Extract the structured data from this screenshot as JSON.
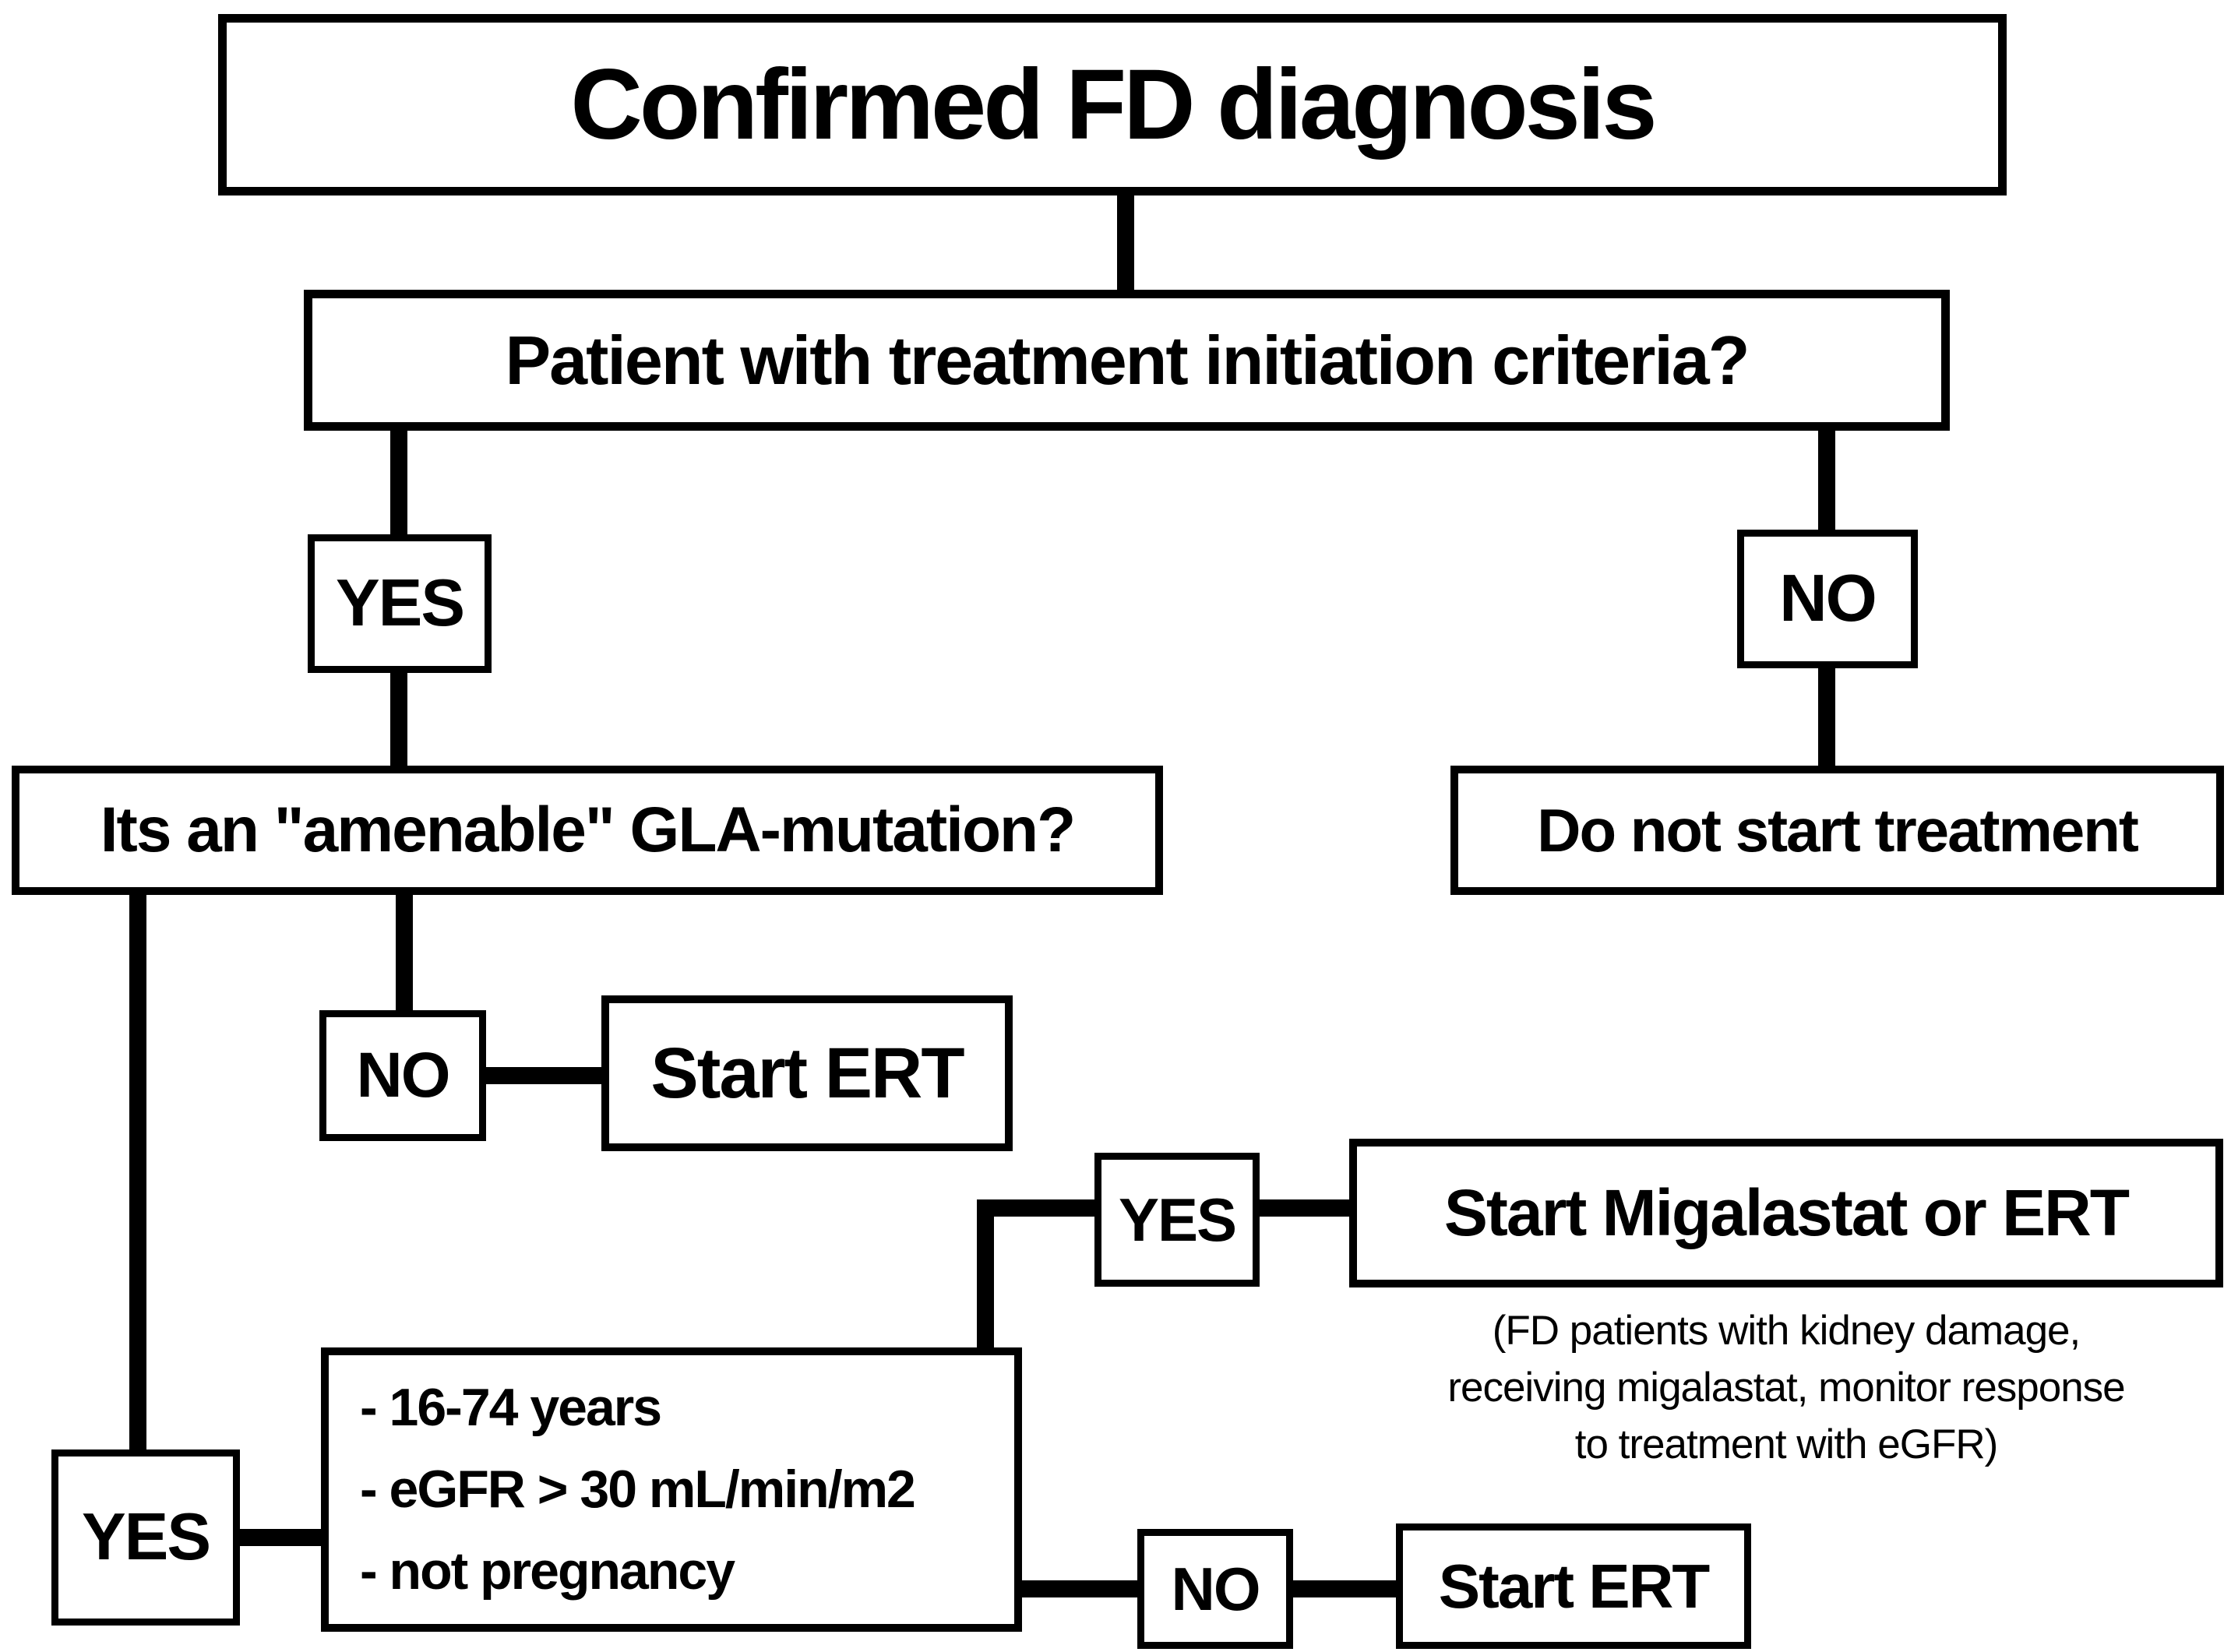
{
  "diagram": {
    "background_color": "#ffffff",
    "line_color": "#000000",
    "text_color": "#000000",
    "nodes": {
      "title": "Confirmed FD diagnosis",
      "question": "Patient with treatment initiation criteria?",
      "yes_1": "YES",
      "no_1": "NO",
      "amenable_question": "Its an \"amenable\" GLA-mutation?",
      "do_not_start": "Do not start treatment",
      "no_2": "NO",
      "start_ert_1": "Start ERT",
      "yes_2": "YES",
      "start_migalastat": "Start Migalastat or ERT",
      "yes_3": "YES",
      "no_3": "NO",
      "start_ert_2": "Start ERT"
    },
    "criteria": {
      "lines": [
        "- 16-74 years",
        "- eGFR > 30 mL/min/m2",
        "- not pregnancy"
      ]
    },
    "migalastat_note": {
      "lines": [
        "(FD patients with kidney damage,",
        "receiving migalastat, monitor response",
        "to treatment with eGFR)"
      ]
    }
  }
}
